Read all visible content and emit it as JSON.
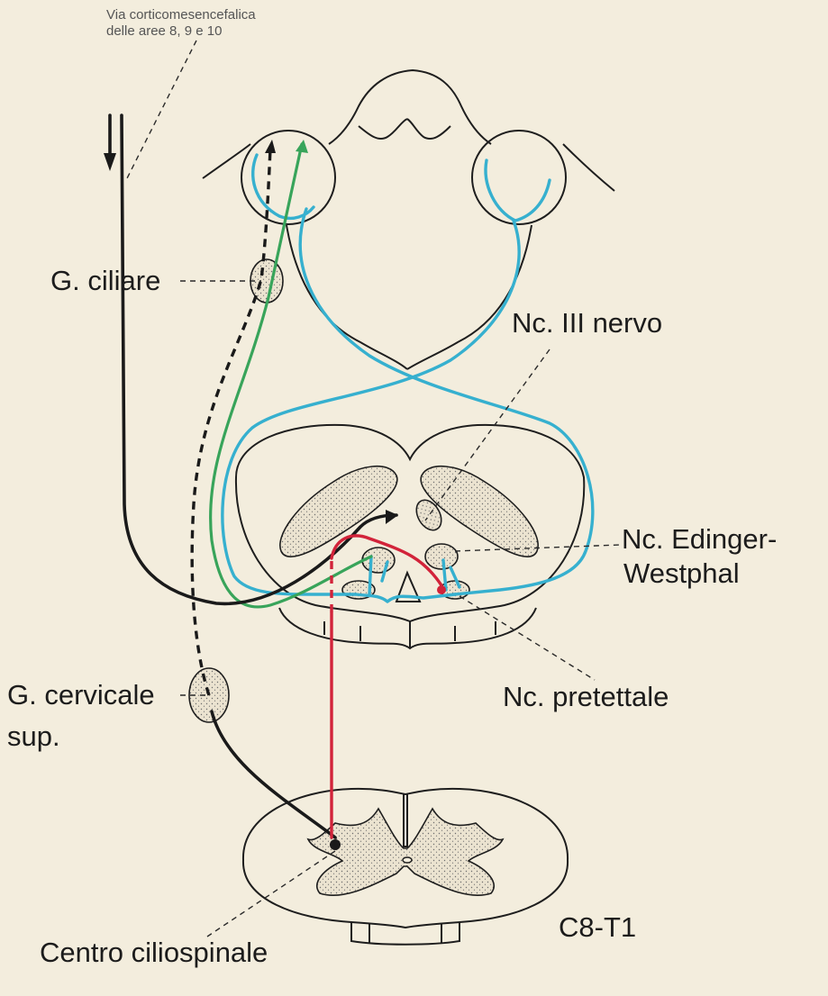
{
  "labels": {
    "via_corticomesencefalica_line1": "Via corticomesencefalica",
    "via_corticomesencefalica_line2": "delle aree 8, 9 e 10",
    "g_ciliare": "G. ciliare",
    "nc_iii_nervo": "Nc. III nervo",
    "nc_edinger_line1": "Nc. Edinger-",
    "nc_edinger_line2": "Westphal",
    "nc_pretettale": "Nc. pretettale",
    "g_cervicale_line1": "G. cervicale",
    "g_cervicale_line2": "sup.",
    "c8_t1": "C8-T1",
    "centro_ciliospinale": "Centro ciliospinale"
  },
  "colors": {
    "background": "#f3eddd",
    "outline": "#1e1e1e",
    "pupillary_pathway_cyan": "#36b0cf",
    "parasympathetic_green": "#38a45a",
    "sympathetic_black": "#1a1a1a",
    "spinal_red": "#d2233a"
  }
}
